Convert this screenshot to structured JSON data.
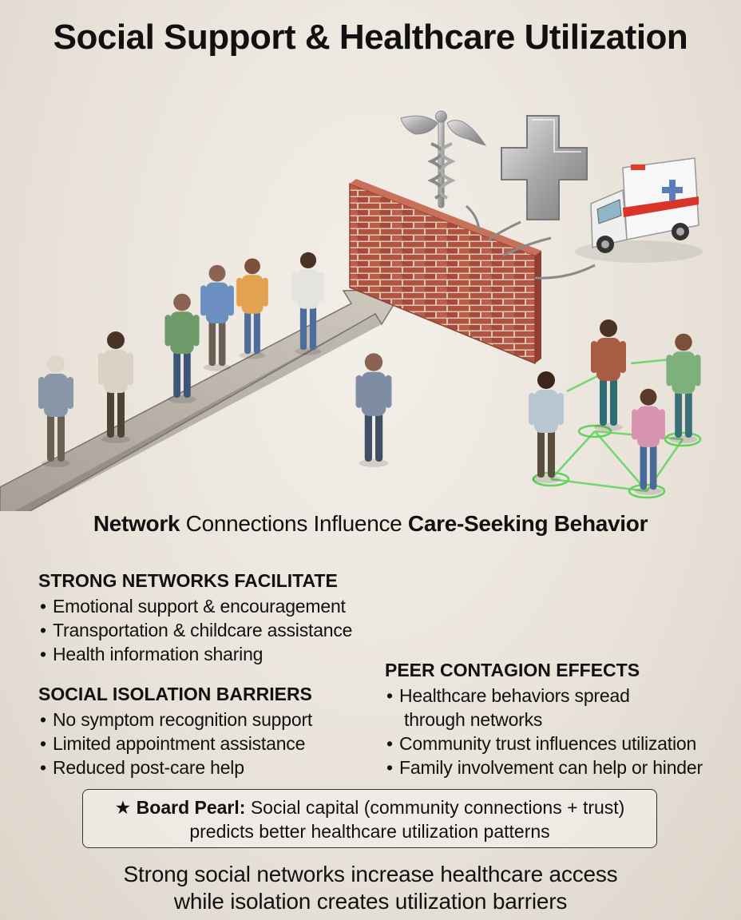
{
  "title": "Social Support & Healthcare Utilization",
  "subtitle": {
    "part1": "Network",
    "part2": " Connections Influence ",
    "part3": "Care-Seeking Behavior"
  },
  "strong_networks": {
    "heading": "STRONG NETWORKS FACILITATE",
    "items": [
      "Emotional support & encouragement",
      "Transportation & childcare assistance",
      "Health information sharing"
    ]
  },
  "isolation": {
    "heading": "SOCIAL ISOLATION BARRIERS",
    "items": [
      "No symptom recognition support",
      "Limited appointment assistance",
      "Reduced post-care help"
    ]
  },
  "peer": {
    "heading": "PEER CONTAGION EFFECTS",
    "item1_line1": "Healthcare behaviors spread",
    "item1_line2": "through networks",
    "item2": "Community trust influences utilization",
    "item3": "Family involvement can help or hinder"
  },
  "pearl": {
    "star": "★",
    "label": "Board Pearl:",
    "line1": " Social capital (community connections + trust)",
    "line2": "predicts better healthcare utilization patterns"
  },
  "footer": {
    "line1": "Strong social networks increase healthcare access",
    "line2": "while isolation creates utilization barriers"
  },
  "colors": {
    "brick": "#b3533f",
    "mortar": "#d8c8b8",
    "ambulance_stripe": "#d9342b",
    "network_glow": "#5fd35a",
    "path": "#8f877e"
  },
  "icons": [
    "caduceus-icon",
    "medical-cross-icon",
    "ambulance-icon",
    "brick-wall-icon",
    "arrow-path-icon"
  ]
}
